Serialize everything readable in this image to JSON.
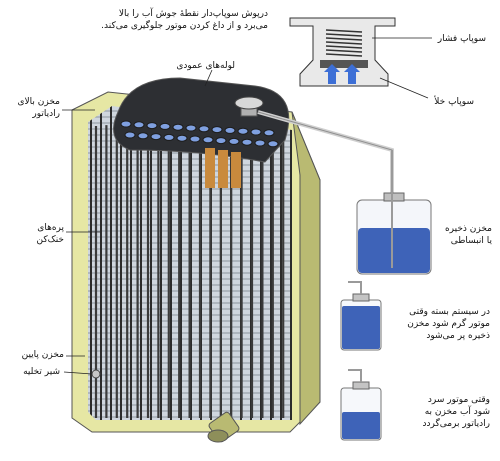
{
  "labels": {
    "cap_note_line1": "درپوش سوپاپ‌دار نقطهٔ جوش آب را بالا",
    "cap_note_line2": "می‌برد و از داغ کردن موتور جلوگیری می‌کند.",
    "pressure_valve": "سوپاپ فشار",
    "vacuum_valve": "سوپاپ خلأ",
    "tubes": "لوله‌های عمودی",
    "upper_tank_line1": "مخزن بالای",
    "upper_tank_line2": "رادیاتور",
    "fins_line1": "پره‌های",
    "fins_line2": "خنک‌کن",
    "lower_tank": "مخزن پایین",
    "drain_tap": "شیر تخلیه",
    "reservoir_line1": "مخزن ذخیره",
    "reservoir_line2": "یا انبساطی",
    "hot_note_line1": "در سیستم بسته وقتی",
    "hot_note_line2": "موتور گرم شود مخزن",
    "hot_note_line3": "ذخیره پر می‌شود",
    "cold_note_line1": "وقتی موتور سرد",
    "cold_note_line2": "شود آب مخزن به",
    "cold_note_line3": "رادیاتور برمی‌گردد"
  },
  "colors": {
    "frame": "#e6e7a4",
    "frame_dark": "#b9ba72",
    "core_dark": "#3a3a3a",
    "core_fin": "#dfe4ea",
    "tank_top": "#2d2f33",
    "coolant": "#3e63b8",
    "coolant_light": "#7fa0e0",
    "tube_copper": "#c98a3d",
    "arrow": "#3d6fd6"
  }
}
